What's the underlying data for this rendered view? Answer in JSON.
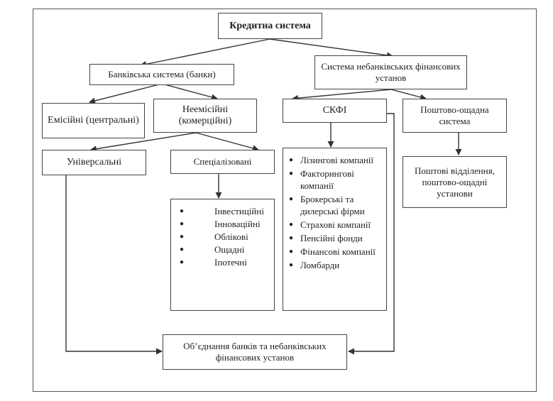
{
  "root": "Кредитна система",
  "banking": "Банківська система  (банки)",
  "nonbanking": "Система небанківських фінансових установ",
  "emission": "Емісійні (центральні)",
  "nonemission": "Неемісійні (комерційні)",
  "universal": "Універсальні",
  "specialized": "Спеціалізовані",
  "specialized_items": [
    "Інвестиційні",
    "Інноваційні",
    "Облікові",
    "Ощадні",
    "Іпотечні"
  ],
  "skfi": "СКФІ",
  "skfi_items": [
    "Лізингові компанії",
    "Факторингові компанії",
    "Брокерські та дилерські фірми",
    "Страхові компанії",
    "Пенсійні фонди",
    "Фінансові компанії",
    "Ломбарди"
  ],
  "postal": "Поштово-ощадна система",
  "postal_offices": "Поштові відділення, поштово-ощадні установи",
  "union": "Об’єднання банків та небанківських фінансових установ"
}
